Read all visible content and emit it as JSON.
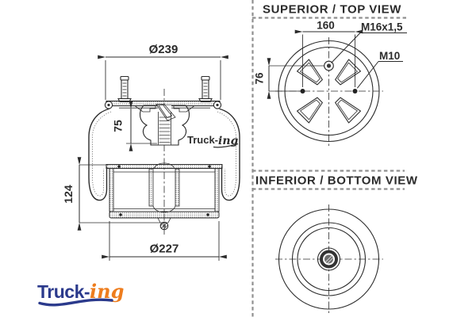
{
  "side_view": {
    "dim_plate_diameter": "Ø239",
    "dim_upper_height": "75",
    "dim_lower_height": "124",
    "dim_piston_diameter": "Ø227"
  },
  "top_view": {
    "title": "SUPERIOR / TOP VIEW",
    "dim_stud_spacing": "160",
    "thread_center": "M16x1,5",
    "thread_studs": "M10",
    "dim_center_offset": "76"
  },
  "bottom_view": {
    "title": "INFERIOR / BOTTOM VIEW"
  },
  "watermark": {
    "brand_bold": "Truck-",
    "brand_script": "ing"
  },
  "logo": {
    "brand_bold": "Truck-",
    "brand_script": "ing"
  },
  "colors": {
    "line": "#2b2b2b",
    "dashed": "#8f8f8f",
    "logo_navy": "#2b3a8c",
    "logo_orange": "#ee7d1e"
  }
}
